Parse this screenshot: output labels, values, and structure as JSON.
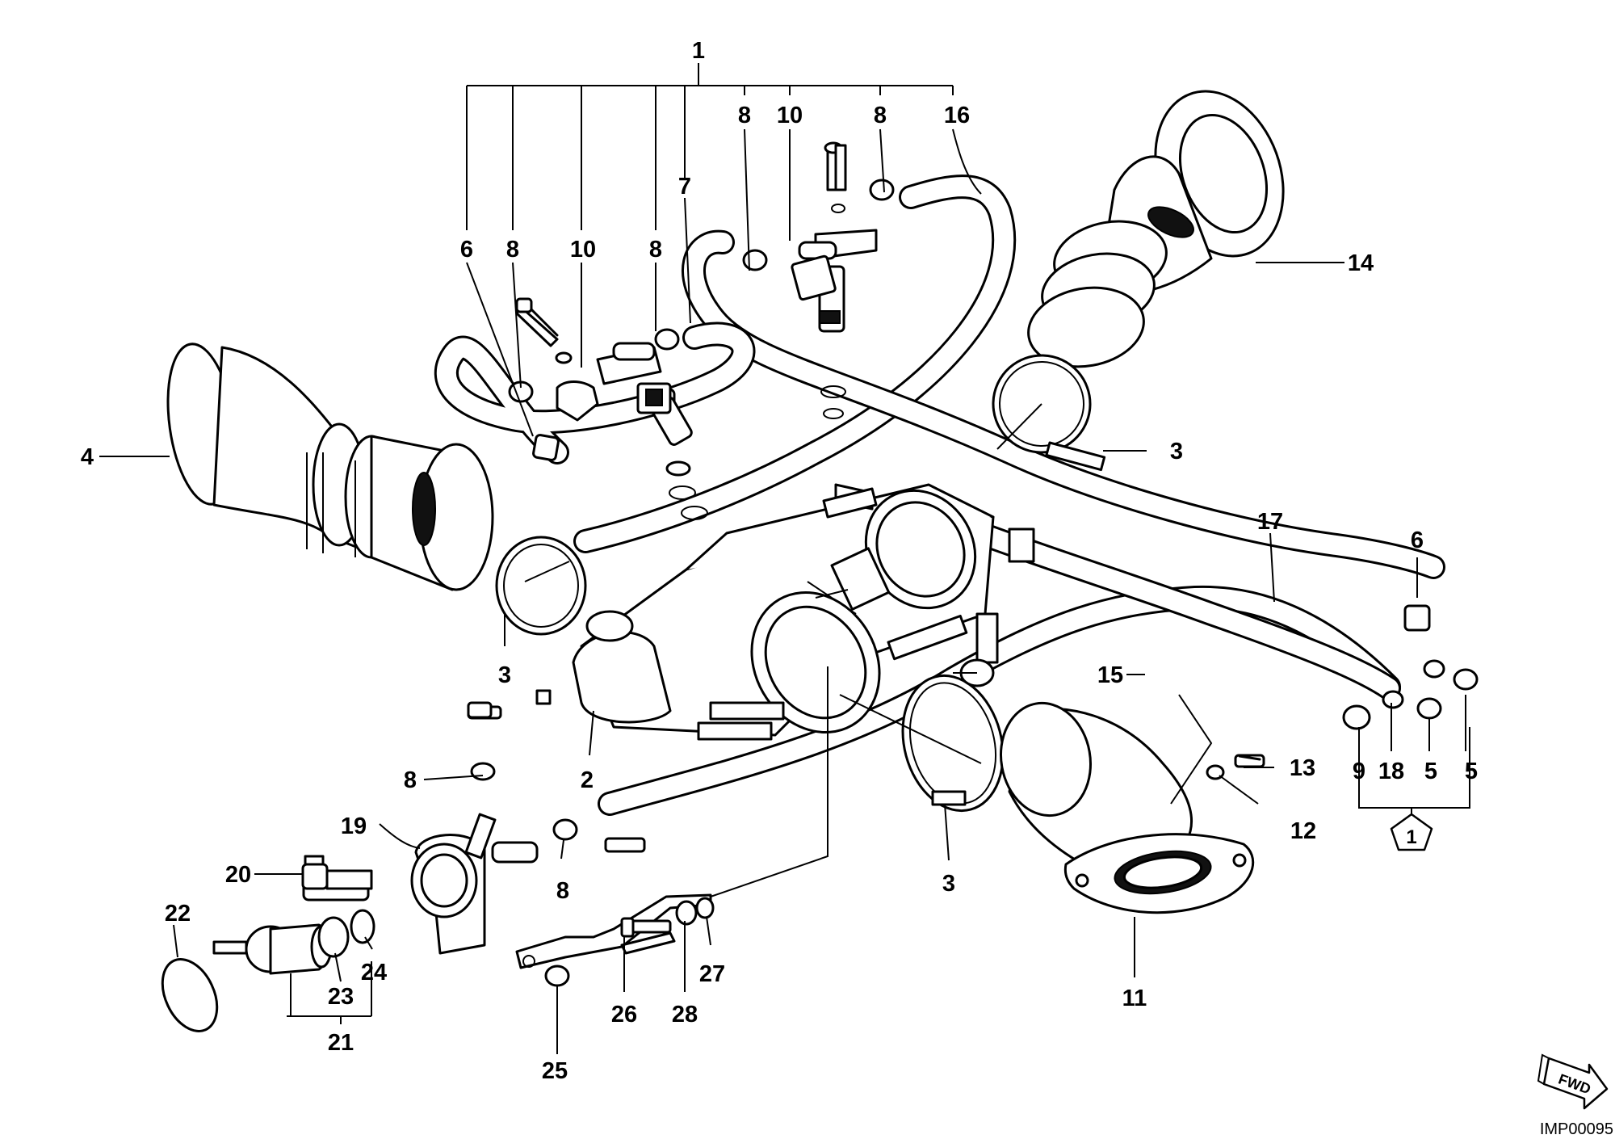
{
  "image_code": "IMP00095",
  "fwd_label": "FWD",
  "set_symbol": "1",
  "labels": [
    {
      "id": "l1",
      "text": "1"
    },
    {
      "id": "l8a",
      "text": "8"
    },
    {
      "id": "l10a",
      "text": "10"
    },
    {
      "id": "l8b",
      "text": "8"
    },
    {
      "id": "l16",
      "text": "16"
    },
    {
      "id": "l7",
      "text": "7"
    },
    {
      "id": "l6a",
      "text": "6"
    },
    {
      "id": "l8c",
      "text": "8"
    },
    {
      "id": "l10b",
      "text": "10"
    },
    {
      "id": "l8d",
      "text": "8"
    },
    {
      "id": "l14",
      "text": "14"
    },
    {
      "id": "l4",
      "text": "4"
    },
    {
      "id": "l3a",
      "text": "3"
    },
    {
      "id": "l17",
      "text": "17"
    },
    {
      "id": "l6b",
      "text": "6"
    },
    {
      "id": "l3b",
      "text": "3"
    },
    {
      "id": "l15",
      "text": "15"
    },
    {
      "id": "l2",
      "text": "2"
    },
    {
      "id": "l13",
      "text": "13"
    },
    {
      "id": "l9",
      "text": "9"
    },
    {
      "id": "l18",
      "text": "18"
    },
    {
      "id": "l5a",
      "text": "5"
    },
    {
      "id": "l5b",
      "text": "5"
    },
    {
      "id": "l8e",
      "text": "8"
    },
    {
      "id": "l19",
      "text": "19"
    },
    {
      "id": "l12",
      "text": "12"
    },
    {
      "id": "l20",
      "text": "20"
    },
    {
      "id": "l8f",
      "text": "8"
    },
    {
      "id": "l3c",
      "text": "3"
    },
    {
      "id": "l22",
      "text": "22"
    },
    {
      "id": "l24",
      "text": "24"
    },
    {
      "id": "l23",
      "text": "23"
    },
    {
      "id": "l27",
      "text": "27"
    },
    {
      "id": "l11",
      "text": "11"
    },
    {
      "id": "l21",
      "text": "21"
    },
    {
      "id": "l26",
      "text": "26"
    },
    {
      "id": "l28",
      "text": "28"
    },
    {
      "id": "l25",
      "text": "25"
    }
  ]
}
